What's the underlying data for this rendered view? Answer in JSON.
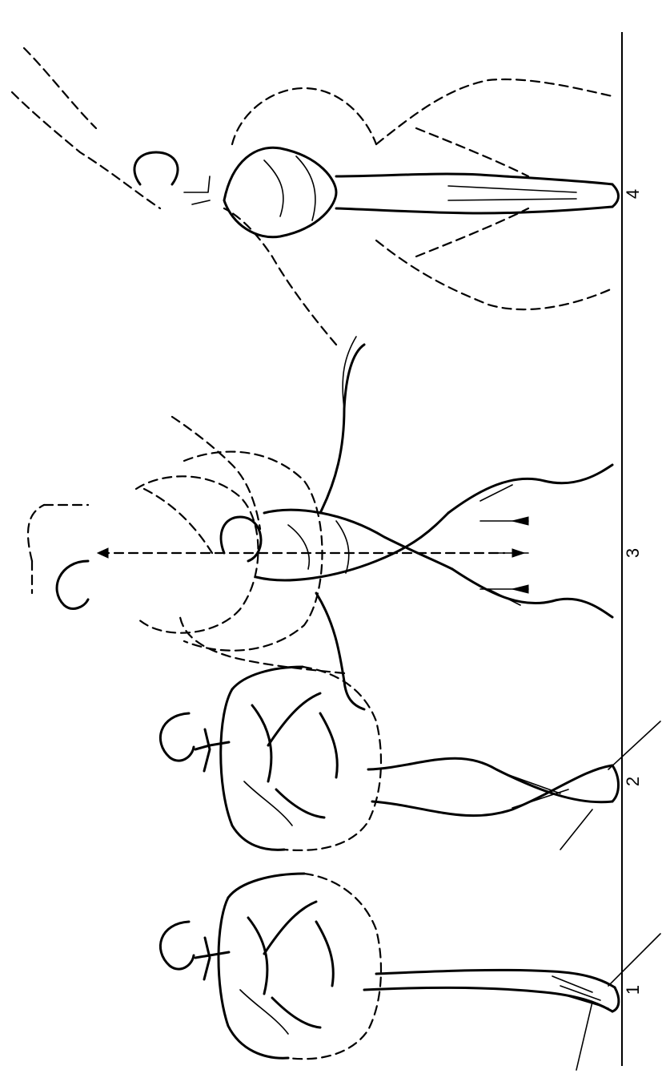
{
  "figure": {
    "labels": [
      "1",
      "2",
      "3",
      "4"
    ]
  }
}
